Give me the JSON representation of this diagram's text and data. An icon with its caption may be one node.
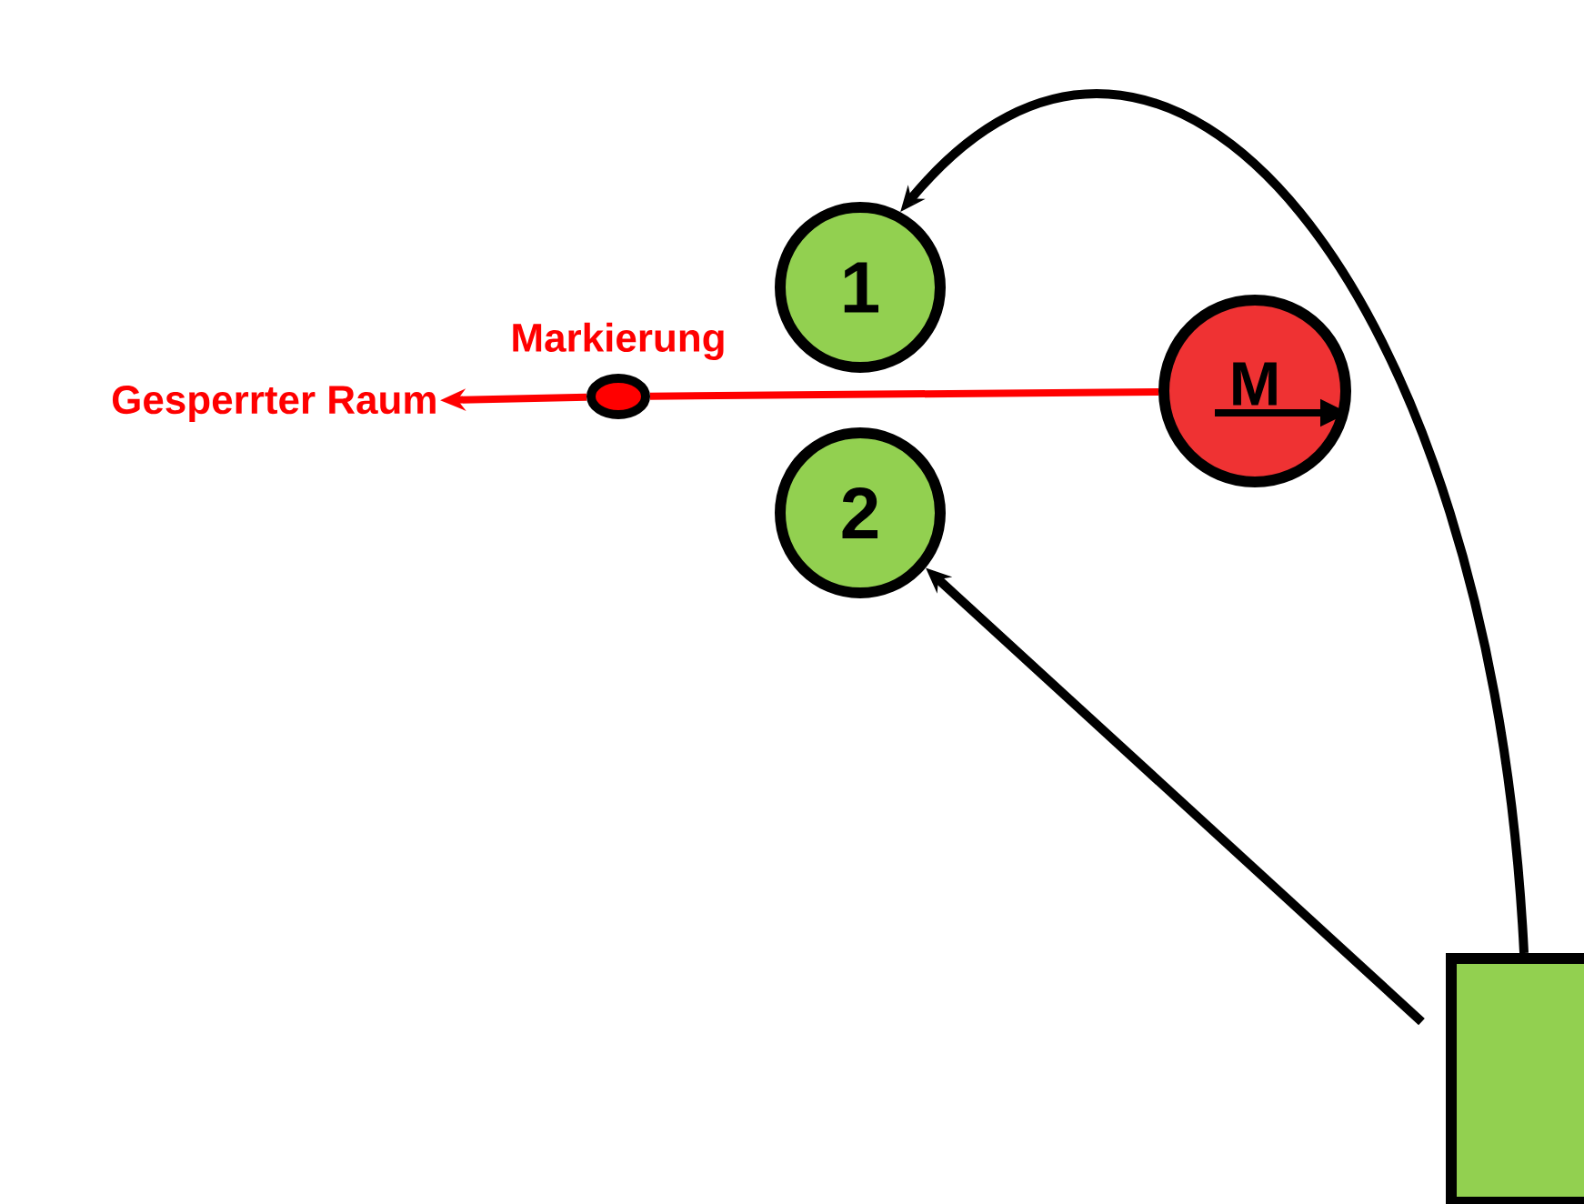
{
  "diagram": {
    "nodes": [
      {
        "text": [
          "1"
        ]
      },
      {
        "text": [
          "M"
        ]
      },
      {
        "text": [
          "2"
        ]
      },
      {
        "text": [],
        "shape": "box"
      },
      {
        "text": [],
        "shape": "oval",
        "beside": [
          "Markierung"
        ]
      },
      {
        "text": [
          "Gesperrter Raum"
        ]
      }
    ],
    "edges": [
      {
        "from": 3,
        "to": 0,
        "arrow": "to"
      },
      {
        "from": 3,
        "to": 2,
        "arrow": "to"
      },
      {
        "from": 1,
        "to": 4,
        "arrow": "none",
        "color": "#ff0000"
      },
      {
        "from": 4,
        "to": 5,
        "arrow": "to",
        "color": "#ff0000"
      }
    ]
  }
}
